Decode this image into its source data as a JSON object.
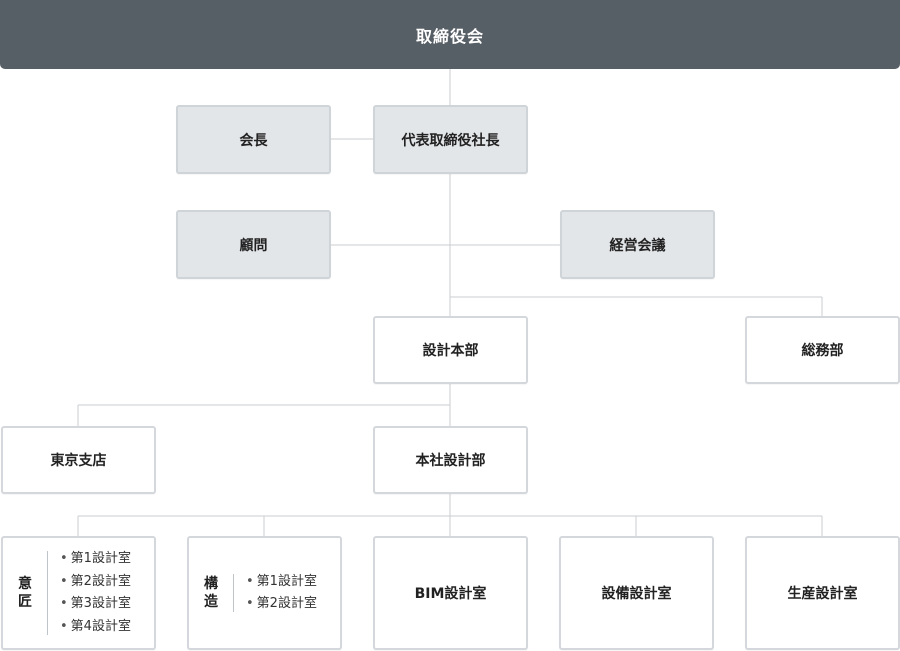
{
  "board": {
    "label": "取締役会"
  },
  "nodes": {
    "chairman": "会長",
    "president": "代表取締役社長",
    "advisor": "顧問",
    "management_meeting": "経営会議",
    "design_hq": "設計本部",
    "general_affairs": "総務部",
    "tokyo_branch": "東京支店",
    "head_office_design": "本社設計部",
    "bim_office": "BIM設計室",
    "mep_office": "設備設計室",
    "production_office": "生産設計室"
  },
  "design_group": {
    "label_chars": [
      "意",
      "匠"
    ],
    "items": [
      "第1設計室",
      "第2設計室",
      "第3設計室",
      "第4設計室"
    ]
  },
  "structure_group": {
    "label_chars": [
      "構",
      "造"
    ],
    "items": [
      "第1設計室",
      "第2設計室"
    ]
  }
}
